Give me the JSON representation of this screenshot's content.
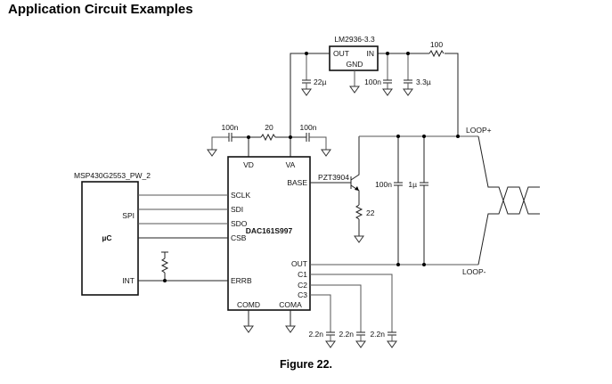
{
  "document": {
    "section_title": "Application Circuit Examples",
    "figure_caption": "Figure 22."
  },
  "colors": {
    "ink": "#000000",
    "wire": "#555555",
    "background": "#ffffff"
  },
  "components": {
    "regulator": {
      "part": "LM2936-3.3",
      "pins": {
        "out": "OUT",
        "in": "IN",
        "gnd": "GND"
      }
    },
    "dac": {
      "part": "DAC161S997",
      "pins": {
        "vd": "VD",
        "va": "VA",
        "base": "BASE",
        "sclk": "SCLK",
        "sdi": "SDI",
        "sdo": "SDO",
        "csb": "CSB",
        "errb": "ERRB",
        "out": "OUT",
        "c1": "C1",
        "c2": "C2",
        "c3": "C3",
        "comd": "COMD",
        "coma": "COMA"
      }
    },
    "mcu": {
      "part": "MSP430G2553_PW_2",
      "label": "µC",
      "pins": {
        "spi": "SPI",
        "int": "INT"
      }
    },
    "transistor": {
      "part": "PZT3904"
    },
    "values": {
      "r_in": "100",
      "c_out": "22µ",
      "c_in1": "100n",
      "c_in2": "3.3µ",
      "c_vd": "100n",
      "r_vd_va": "20",
      "c_va": "100n",
      "r_emitter": "22",
      "c_loop1": "100n",
      "c_loop2": "1µ",
      "c_c3": "2.2n",
      "c_c2": "2.2n",
      "c_c1": "2.2n"
    },
    "nets": {
      "loop_plus": "LOOP+",
      "loop_minus": "LOOP-"
    }
  }
}
